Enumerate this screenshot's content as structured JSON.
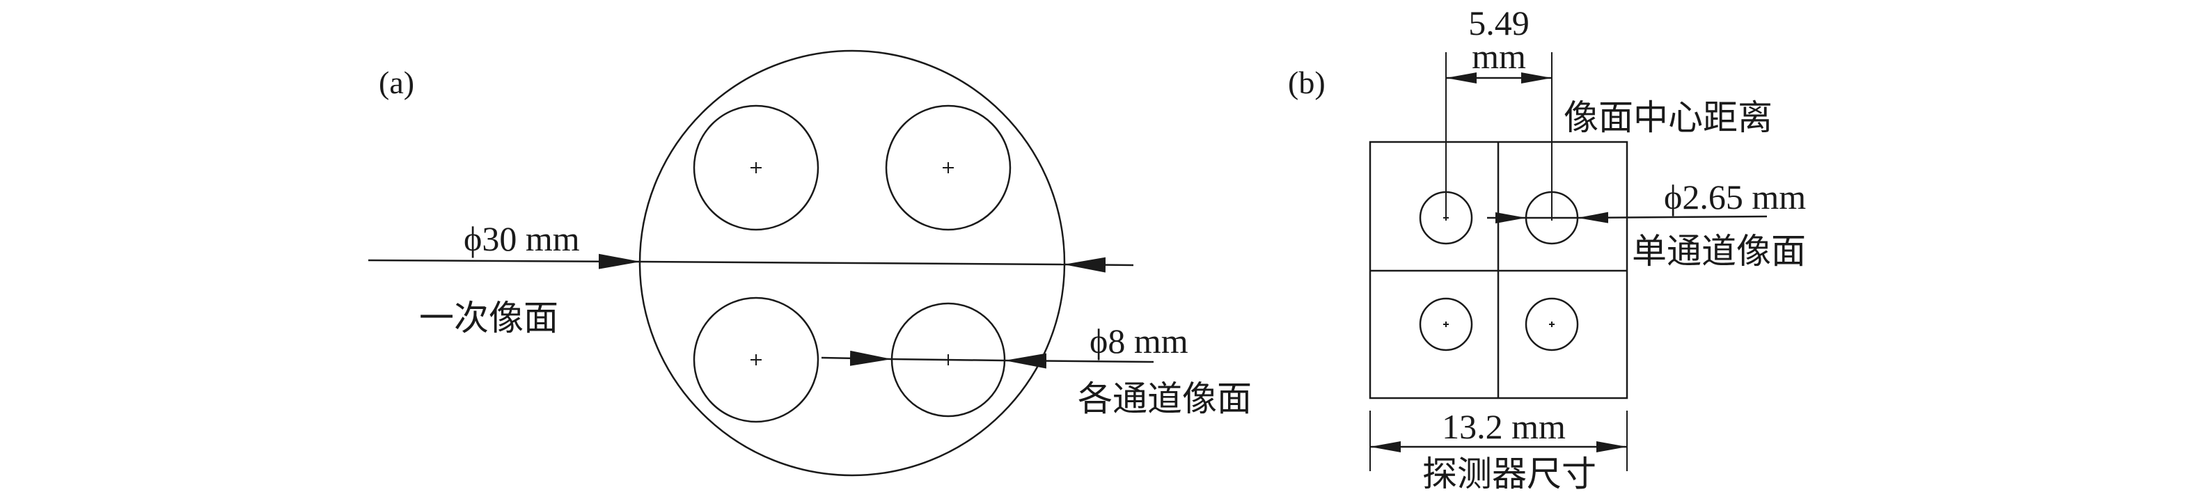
{
  "panel_a": {
    "label": "(a)",
    "outer_diameter_label": "ϕ30 mm",
    "primary_image_plane_label": "一次像面",
    "channel_diameter_label": "ϕ8 mm",
    "channel_image_planes_label": "各通道像面"
  },
  "panel_b": {
    "label": "(b)",
    "center_distance_value": "5.49",
    "center_distance_unit": "mm",
    "center_distance_label": "像面中心距离",
    "single_channel_diameter_label": "ϕ2.65 mm",
    "single_channel_image_plane_label": "单通道像面",
    "detector_size_value": "13.2 mm",
    "detector_size_label": "探测器尺寸"
  },
  "colors": {
    "line": "#1a1a1a",
    "background": "#ffffff"
  }
}
